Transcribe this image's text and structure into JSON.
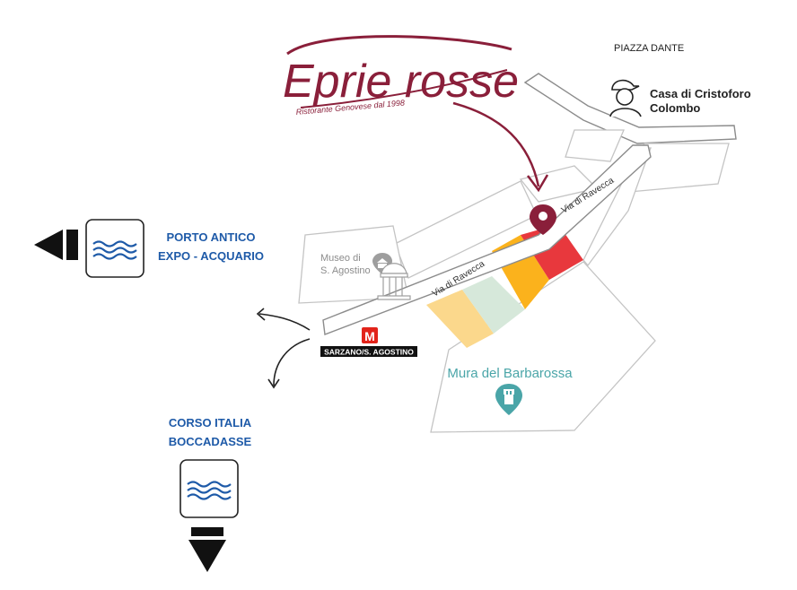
{
  "logo": {
    "name": "Eprie rosse",
    "tagline": "Ristorante Genovese dal 1998",
    "color": "#8a1f3a"
  },
  "labels": {
    "piazza": "PIAZZA DANTE",
    "casa_line1": "Casa di Cristoforo",
    "casa_line2": "Colombo",
    "museo_line1": "Museo di",
    "museo_line2": "S. Agostino",
    "street_upper": "Via di Ravecca",
    "street_lower": "Via di Ravecca",
    "metro_letter": "M",
    "metro_station": "SARZANO/S. AGOSTINO",
    "mura": "Mura del Barbarossa",
    "porto_line1": "PORTO ANTICO",
    "porto_line2": "EXPO - ACQUARIO",
    "corso_line1": "CORSO ITALIA",
    "corso_line2": "BOCCADASSE"
  },
  "colors": {
    "brand": "#8a1f3a",
    "blue_label": "#1e5aa8",
    "teal_label": "#4aa5a8",
    "metro_red": "#e2231a",
    "block_red": "#e8383d",
    "block_orange": "#fbb21c",
    "block_green": "#d6e8da",
    "block_peach": "#fbd88c"
  },
  "icons": {
    "sea": "sea-waves-icon",
    "left_arrow": "arrow-left-icon",
    "down_arrow": "arrow-down-icon",
    "pin": "location-pin-icon",
    "museum": "museum-icon",
    "tower": "tower-pin-icon",
    "colombo": "colombo-portrait-icon"
  }
}
